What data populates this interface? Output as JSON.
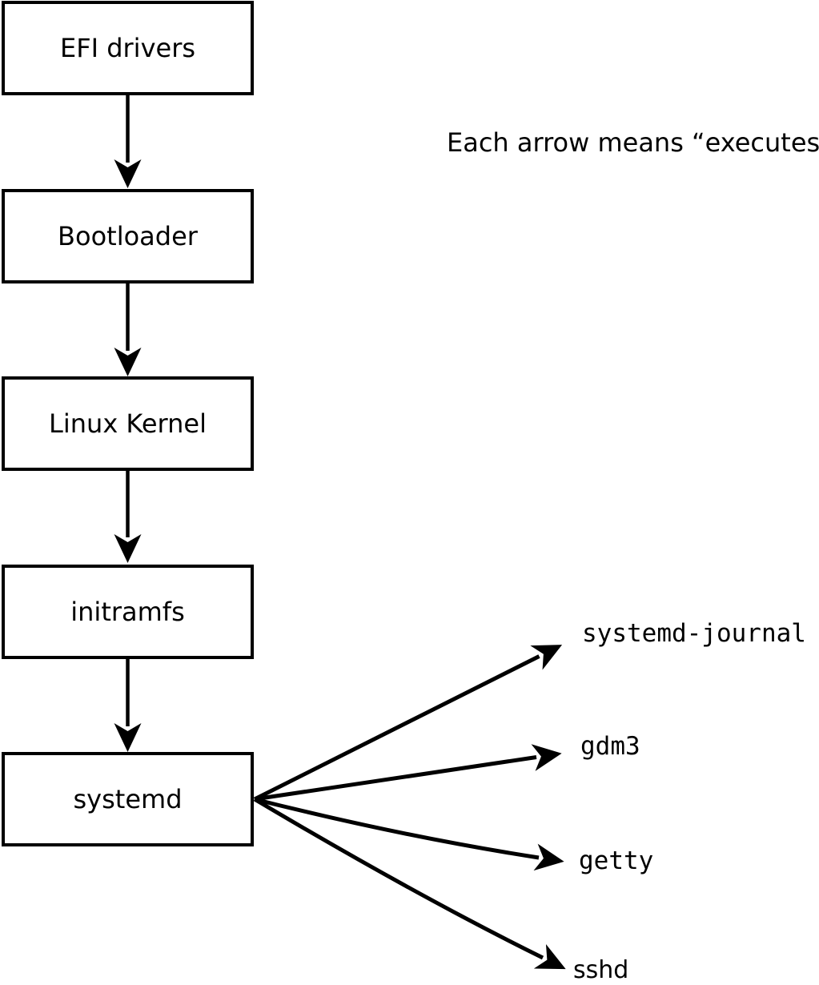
{
  "diagram": {
    "caption": "Each arrow means “executes”.",
    "arrow_meaning": "executes",
    "chain": [
      "EFI drivers",
      "Bootloader",
      "Linux Kernel",
      "initramfs",
      "systemd"
    ],
    "spawned": [
      "systemd-journal",
      "gdm3",
      "getty",
      "sshd"
    ],
    "colors": {
      "background": "#ffffff",
      "box_fill": "#ffffff",
      "box_border": "#000000",
      "line": "#000000",
      "text": "#000000"
    }
  }
}
